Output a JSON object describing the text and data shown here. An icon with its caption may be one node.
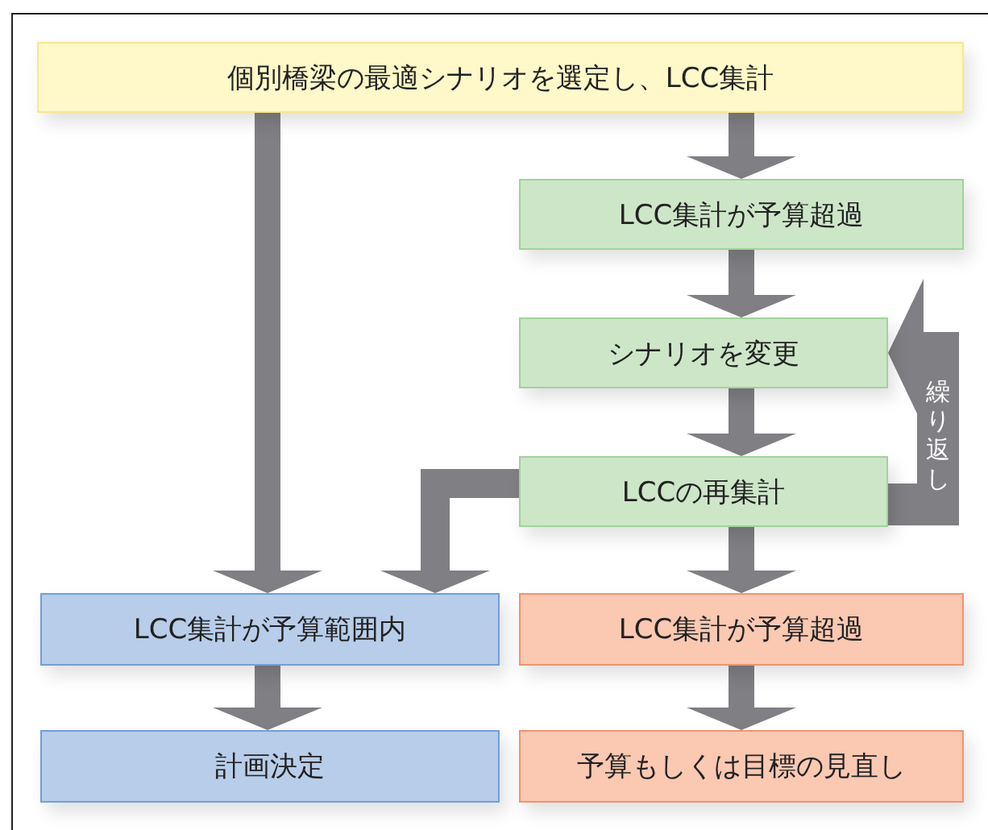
{
  "diagram": {
    "nodes": [
      {
        "text": [
          "個別橋梁の最適シナリオを選定し、LCC集計"
        ]
      },
      {
        "text": [
          "LCC集計が予算超過"
        ]
      },
      {
        "text": [
          "シナリオを変更"
        ]
      },
      {
        "text": [
          "LCCの再集計"
        ]
      },
      {
        "text": [
          "LCC集計が予算範囲内"
        ]
      },
      {
        "text": [
          "LCC集計が予算超過"
        ]
      },
      {
        "text": [
          "計画決定"
        ]
      },
      {
        "text": [
          "予算もしくは目標の見直し"
        ]
      }
    ],
    "edges": [
      {
        "from": 0,
        "to": 1,
        "arrow": "to"
      },
      {
        "from": 1,
        "to": 2,
        "arrow": "to"
      },
      {
        "from": 2,
        "to": 3,
        "arrow": "to"
      },
      {
        "from": 3,
        "to": 2,
        "arrow": "to",
        "label": "繰り返し"
      },
      {
        "from": 0,
        "to": 4,
        "arrow": "to"
      },
      {
        "from": 3,
        "to": 4,
        "arrow": "to"
      },
      {
        "from": 3,
        "to": 5,
        "arrow": "to"
      },
      {
        "from": 4,
        "to": 6,
        "arrow": "to"
      },
      {
        "from": 5,
        "to": 7,
        "arrow": "to"
      }
    ]
  }
}
